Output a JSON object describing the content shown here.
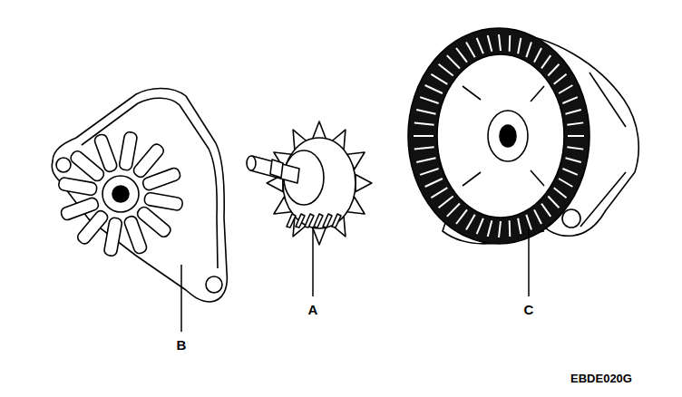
{
  "diagram": {
    "labels": [
      "A",
      "B",
      "C",
      "EBDE020G"
    ]
  }
}
